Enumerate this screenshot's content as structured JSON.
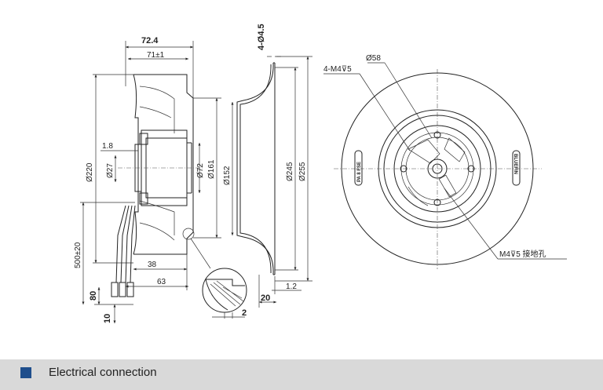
{
  "side_view": {
    "dim_overall_width": "72.4",
    "dim_body_width": "71±1",
    "dim_height": "Ø220",
    "dim_hub": "Ø27",
    "dim_offset": "1.8",
    "dim_motor": "Ø72",
    "dim_rotor": "Ø161",
    "dim_cable_length": "500±20",
    "dim_cable_a": "38",
    "dim_cable_b": "63",
    "dim_cable_strip": "80",
    "dim_cable_end": "10",
    "dim_detail_gap": "2"
  },
  "section_view": {
    "dim_holes": "4-Ø4.5",
    "dim_inlet": "Ø152",
    "dim_ring_inner": "Ø245",
    "dim_ring_outer": "Ø255",
    "dim_flange": "1.2",
    "dim_depth": "20"
  },
  "front_view": {
    "callout_holes": "4-M4⊽5",
    "callout_center": "Ø58",
    "callout_ground": "M4⊽5  接地孔",
    "label_left": "PA 8 FSE",
    "label_right": "BLUEFIN"
  },
  "footer": {
    "label": "Electrical  connection",
    "accent_color": "#1f4e8c"
  }
}
